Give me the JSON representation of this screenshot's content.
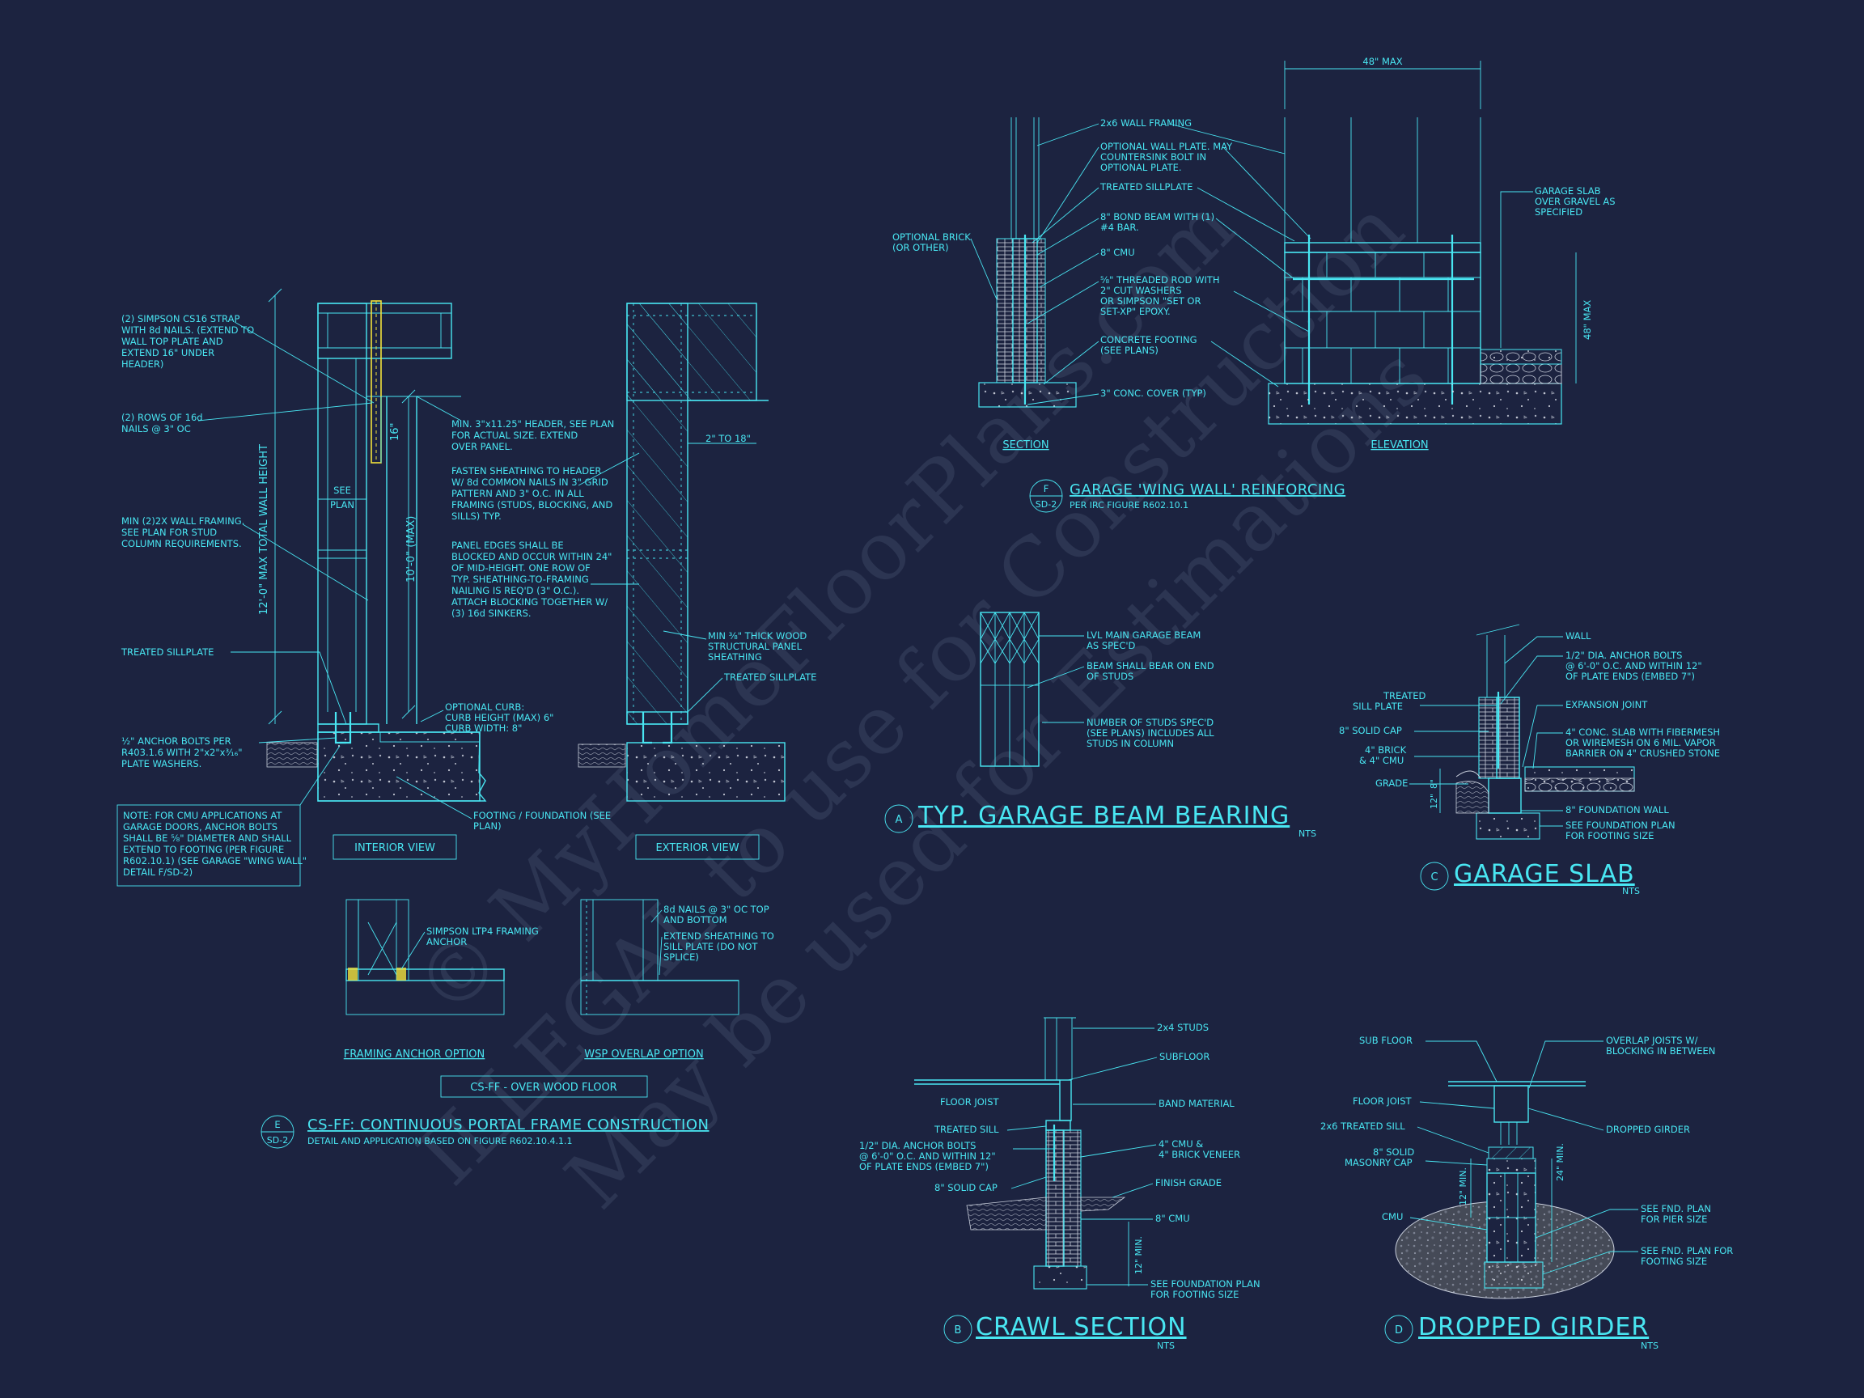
{
  "watermark": {
    "lines": [
      "© MyHomeFloorPlans.com",
      "ILLEGAL to use for Construction",
      "May be used for Estimations"
    ],
    "color": "#6a7590"
  },
  "colors": {
    "background": "#1c2340",
    "line": "#49e6f2",
    "strap": "#f2e23c"
  },
  "detail_e": {
    "notes": {
      "strap": [
        "(2) SIMPSON CS16 STRAP",
        "WITH 8d NAILS. (EXTEND TO",
        "WALL TOP PLATE AND",
        "EXTEND 16\" UNDER",
        "HEADER)"
      ],
      "nails": [
        "(2) ROWS OF 16d",
        "NAILS @ 3\" OC"
      ],
      "framing": [
        "MIN (2)2X WALL FRAMING.",
        "SEE PLAN FOR STUD",
        "COLUMN REQUIREMENTS."
      ],
      "sillplate": "TREATED SILLPLATE",
      "anchor": [
        "½\" ANCHOR BOLTS PER",
        "R403.1.6 WITH 2\"x2\"x³⁄₁₆\"",
        "PLATE WASHERS."
      ],
      "cmu": [
        "NOTE: FOR CMU APPLICATIONS AT",
        "GARAGE DOORS, ANCHOR BOLTS",
        "SHALL BE ⅝\" DIAMETER AND SHALL",
        "EXTEND TO FOOTING (PER FIGURE",
        "R602.10.1) (SEE GARAGE \"WING WALL\"",
        "DETAIL F/SD-2)"
      ],
      "header": [
        "MIN. 3\"x11.25\" HEADER, SEE PLAN",
        "FOR ACTUAL SIZE. EXTEND",
        "OVER PANEL."
      ],
      "fasten": [
        "FASTEN SHEATHING TO HEADER",
        "W/ 8d COMMON NAILS IN 3\" GRID",
        "PATTERN AND 3\" O.C. IN ALL",
        "FRAMING (STUDS, BLOCKING, AND",
        "SILLS) TYP."
      ],
      "panel": [
        "PANEL EDGES SHALL BE",
        "BLOCKED AND OCCUR WITHIN 24\"",
        "OF MID-HEIGHT. ONE ROW OF",
        "TYP. SHEATHING-TO-FRAMING",
        "NAILING IS REQ'D (3\" O.C.).",
        "ATTACH BLOCKING TOGETHER W/",
        "(3) 16d SINKERS."
      ],
      "curb": [
        "OPTIONAL CURB:",
        "CURB HEIGHT (MAX) 6\"",
        "CURB WIDTH: 8\""
      ],
      "footing": [
        "FOOTING / FOUNDATION (SEE",
        "PLAN)"
      ],
      "sheathing": [
        "MIN ⅜\" THICK WOOD",
        "STRUCTURAL PANEL",
        "SHEATHING"
      ],
      "sillplate2": "TREATED SILLPLATE",
      "ltp4": [
        "SIMPSON LTP4 FRAMING",
        "ANCHOR"
      ],
      "nails8d": [
        "8d NAILS @ 3\" OC TOP",
        "AND BOTTOM"
      ],
      "extend": [
        "EXTEND SHEATHING TO",
        "SILL PLATE (DO NOT",
        "SPLICE)"
      ]
    },
    "dims": {
      "total": "12'-0\" MAX TOTAL WALL HEIGHT",
      "wall": "10'-0\" (MAX)",
      "sixteen": "16\"",
      "see_plan": [
        "SEE",
        "PLAN"
      ],
      "width": "2\" TO 18\""
    },
    "views": {
      "interior": "INTERIOR VIEW",
      "exterior": "EXTERIOR VIEW",
      "framing_anchor": "FRAMING ANCHOR OPTION",
      "wsp_overlap": "WSP OVERLAP OPTION",
      "over_wood": "CS-FF - OVER WOOD FLOOR"
    },
    "title": {
      "letter": "E",
      "sheet": "SD-2",
      "text": "CS-FF: CONTINUOUS PORTAL FRAME CONSTRUCTION",
      "sub": "DETAIL AND APPLICATION BASED ON FIGURE R602.10.4.1.1"
    }
  },
  "detail_f": {
    "notes": {
      "framing": "2x6 WALL FRAMING",
      "wallplate": [
        "OPTIONAL WALL PLATE. MAY",
        "COUNTERSINK BOLT IN",
        "OPTIONAL PLATE."
      ],
      "sill": "TREATED SILLPLATE",
      "bond": [
        "8\" BOND BEAM WITH (1)",
        "#4 BAR."
      ],
      "cmu": "8\" CMU",
      "rod": [
        "⅝\" THREADED ROD WITH",
        "2\" CUT WASHERS",
        "OR SIMPSON \"SET OR",
        "SET-XP\" EPOXY."
      ],
      "footing": [
        "CONCRETE FOOTING",
        "(SEE PLANS)"
      ],
      "cover": "3\" CONC. COVER (TYP)",
      "brick": [
        "OPTIONAL BRICK",
        "(OR OTHER)"
      ],
      "slab": [
        "GARAGE SLAB",
        "OVER GRAVEL AS",
        "SPECIFIED"
      ]
    },
    "dims": {
      "width": "48\" MAX",
      "height": "48\" MAX"
    },
    "views": {
      "section": "SECTION",
      "elevation": "ELEVATION"
    },
    "title": {
      "letter": "F",
      "sheet": "SD-2",
      "text": "GARAGE 'WING WALL' REINFORCING",
      "sub": "PER IRC FIGURE R602.10.1"
    }
  },
  "detail_a": {
    "notes": {
      "lvl": [
        "LVL MAIN GARAGE BEAM",
        "AS SPEC'D"
      ],
      "bear": [
        "BEAM SHALL BEAR ON END",
        "OF STUDS"
      ],
      "studs": [
        "NUMBER OF STUDS SPEC'D",
        "(SEE PLANS) INCLUDES ALL",
        "STUDS IN COLUMN"
      ]
    },
    "title": {
      "letter": "A",
      "text": "TYP. GARAGE BEAM BEARING",
      "scale": "NTS"
    }
  },
  "detail_c": {
    "notes": {
      "wall": "WALL",
      "anchor": [
        "1/2\" DIA. ANCHOR BOLTS",
        "@ 6'-0\" O.C. AND WITHIN 12\"",
        "OF PLATE ENDS (EMBED 7\")"
      ],
      "sill": [
        "TREATED",
        "SILL PLATE"
      ],
      "cap": "8\" SOLID CAP",
      "expansion": "EXPANSION JOINT",
      "brick": [
        "4\" BRICK",
        "& 4\" CMU"
      ],
      "slab": [
        "4\" CONC. SLAB WITH FIBERMESH",
        "OR WIREMESH ON 6 MIL. VAPOR",
        "BARRIER ON 4\" CRUSHED STONE"
      ],
      "grade": "GRADE",
      "foundation": "8\" FOUNDATION WALL",
      "see": [
        "SEE FOUNDATION PLAN",
        "FOR FOOTING SIZE"
      ]
    },
    "dims": {
      "eight": "8\"",
      "twelve": "12\""
    },
    "title": {
      "letter": "C",
      "text": "GARAGE SLAB",
      "scale": "NTS"
    }
  },
  "detail_b": {
    "notes": {
      "studs": "2x4 STUDS",
      "subfloor": "SUBFLOOR",
      "joist": "FLOOR JOIST",
      "band": "BAND MATERIAL",
      "sill": "TREATED SILL",
      "anchor": [
        "1/2\" DIA. ANCHOR BOLTS",
        "@ 6'-0\" O.C. AND WITHIN 12\"",
        "OF PLATE ENDS (EMBED 7\")"
      ],
      "veneer": [
        "4\" CMU &",
        "4\" BRICK VENEER"
      ],
      "cap": "8\" SOLID CAP",
      "grade": "FINISH GRADE",
      "cmu": "8\" CMU",
      "see": [
        "SEE FOUNDATION PLAN",
        "FOR FOOTING SIZE"
      ]
    },
    "dims": {
      "min": "12\" MIN."
    },
    "title": {
      "letter": "B",
      "text": "CRAWL SECTION",
      "scale": "NTS"
    }
  },
  "detail_d": {
    "notes": {
      "subfloor": "SUB FLOOR",
      "overlap": [
        "OVERLAP JOISTS W/",
        "BLOCKING IN BETWEEN"
      ],
      "joist": "FLOOR JOIST",
      "sill": "2x6 TREATED SILL",
      "girder": "DROPPED GIRDER",
      "cap": [
        "8\" SOLID",
        "MASONRY CAP"
      ],
      "cmu": "CMU",
      "pier": [
        "SEE FND. PLAN",
        "FOR PIER SIZE"
      ],
      "footing": [
        "SEE FND. PLAN FOR",
        "FOOTING SIZE"
      ]
    },
    "dims": {
      "twelve": "12\" MIN.",
      "twentyfour": "24\" MIN."
    },
    "title": {
      "letter": "D",
      "text": "DROPPED GIRDER",
      "scale": "NTS"
    }
  }
}
